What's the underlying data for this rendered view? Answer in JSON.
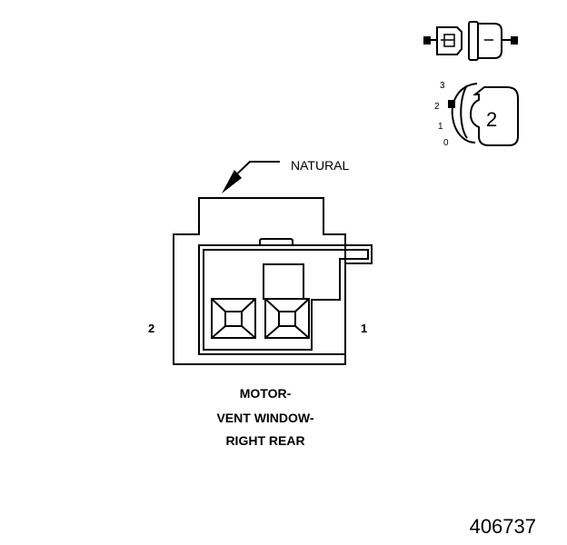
{
  "callout": {
    "natural_label": "NATURAL"
  },
  "terminals": {
    "left_label": "2",
    "right_label": "1"
  },
  "caption": {
    "line1": "MOTOR-",
    "line2": "VENT WINDOW-",
    "line3": "RIGHT REAR"
  },
  "view_indicator": {
    "scale_labels": [
      "3",
      "2",
      "1",
      "0"
    ],
    "selected_number": "2"
  },
  "figure_number": "406737",
  "colors": {
    "line": "#000000",
    "background": "#ffffff"
  }
}
